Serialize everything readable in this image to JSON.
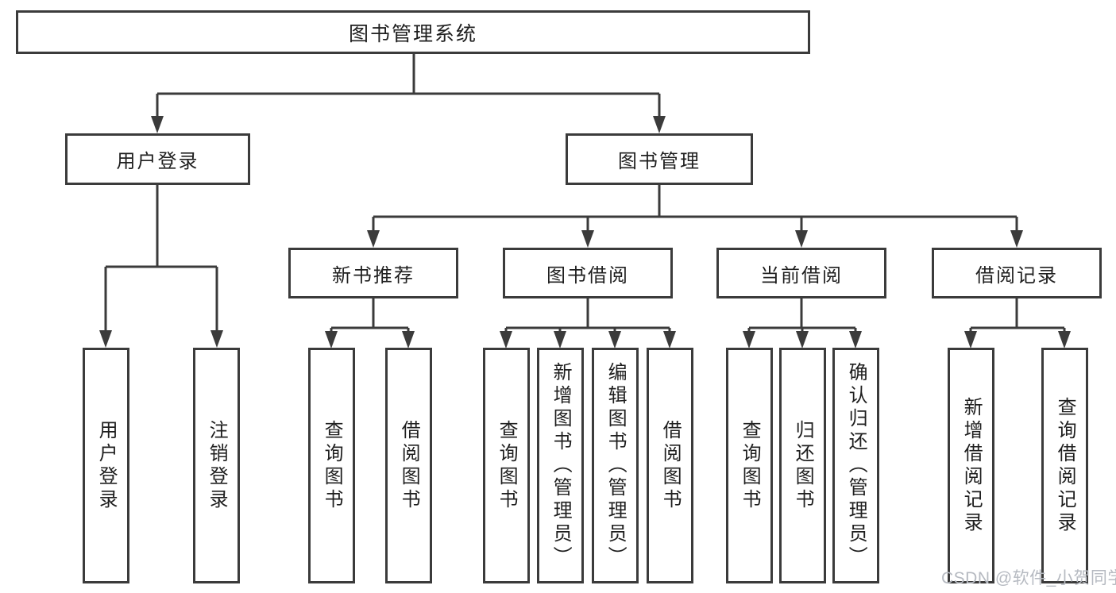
{
  "colors": {
    "line": "#3b3b3b",
    "box_border": "#3b3b3b",
    "text": "#1f1f1f",
    "background": "#ffffff",
    "watermark": "#b6bac1"
  },
  "watermark": {
    "text": "CSDN @软件_小贺同学"
  },
  "nodes": {
    "root": {
      "label": "图书管理系统"
    },
    "user_login": {
      "label": "用户登录"
    },
    "book_mgmt": {
      "label": "图书管理"
    },
    "new_book_rec": {
      "label": "新书推荐"
    },
    "book_borrow": {
      "label": "图书借阅"
    },
    "current_borrow": {
      "label": "当前借阅"
    },
    "borrow_record": {
      "label": "借阅记录"
    },
    "ul_login": {
      "label": "用户登录"
    },
    "ul_logout": {
      "label": "注销登录"
    },
    "nbr_query": {
      "label": "查询图书"
    },
    "nbr_borrow": {
      "label": "借阅图书"
    },
    "bb_query": {
      "label": "查询图书"
    },
    "bb_add": {
      "label": "新增图书（管理员）"
    },
    "bb_edit": {
      "label": "编辑图书（管理员）"
    },
    "bb_borrow": {
      "label": "借阅图书"
    },
    "cb_query": {
      "label": "查询图书"
    },
    "cb_return": {
      "label": "归还图书"
    },
    "cb_confirm": {
      "label": "确认归还（管理员）"
    },
    "br_add": {
      "label": "新增借阅记录"
    },
    "br_query": {
      "label": "查询借阅记录"
    }
  },
  "edges": [
    {
      "from": "root",
      "to": "user_login"
    },
    {
      "from": "root",
      "to": "book_mgmt"
    },
    {
      "from": "user_login",
      "to": "ul_login"
    },
    {
      "from": "user_login",
      "to": "ul_logout"
    },
    {
      "from": "book_mgmt",
      "to": "new_book_rec"
    },
    {
      "from": "book_mgmt",
      "to": "book_borrow"
    },
    {
      "from": "book_mgmt",
      "to": "current_borrow"
    },
    {
      "from": "book_mgmt",
      "to": "borrow_record"
    },
    {
      "from": "new_book_rec",
      "to": "nbr_query"
    },
    {
      "from": "new_book_rec",
      "to": "nbr_borrow"
    },
    {
      "from": "book_borrow",
      "to": "bb_query"
    },
    {
      "from": "book_borrow",
      "to": "bb_add"
    },
    {
      "from": "book_borrow",
      "to": "bb_edit"
    },
    {
      "from": "book_borrow",
      "to": "bb_borrow"
    },
    {
      "from": "current_borrow",
      "to": "cb_query"
    },
    {
      "from": "current_borrow",
      "to": "cb_return"
    },
    {
      "from": "current_borrow",
      "to": "cb_confirm"
    },
    {
      "from": "borrow_record",
      "to": "br_add"
    },
    {
      "from": "borrow_record",
      "to": "br_query"
    }
  ]
}
